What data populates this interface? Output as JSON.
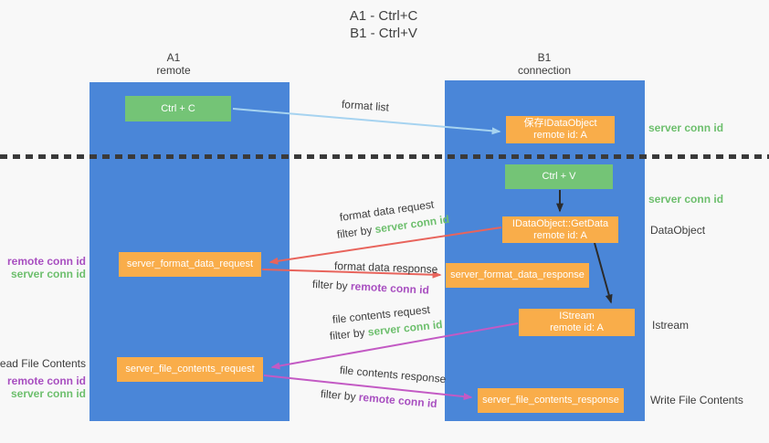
{
  "title": {
    "line1": "A1 - Ctrl+C",
    "line2": "B1 - Ctrl+V"
  },
  "lanes": {
    "left": {
      "name": "A1",
      "role": "remote"
    },
    "right": {
      "name": "B1",
      "role": "connection"
    }
  },
  "nodes": {
    "ctrl_c": {
      "label": "Ctrl + C"
    },
    "save_idataobject": {
      "line1": "保存IDataObject",
      "line2": "remote id: A"
    },
    "ctrl_v": {
      "label": "Ctrl + V"
    },
    "getdata": {
      "line1": "IDataObject::GetData",
      "line2": "remote id: A"
    },
    "server_format_data_request": {
      "label": "server_format_data_request"
    },
    "server_format_data_response": {
      "label": "server_format_data_response"
    },
    "istream": {
      "line1": "IStream",
      "line2": "remote id: A"
    },
    "server_file_contents_request": {
      "label": "server_file_contents_request"
    },
    "server_file_contents_response": {
      "label": "server_file_contents_response"
    }
  },
  "edge_labels": {
    "format_list": "format list",
    "format_data_request": "format data request",
    "format_data_response": "format data response",
    "file_contents_request": "file contents request",
    "file_contents_response": "file contents response",
    "filter_by": "filter by",
    "server_conn_id": "server conn id",
    "remote_conn_id": "remote conn id"
  },
  "side_labels": {
    "server_conn_id": "server conn id",
    "remote_conn_id": "remote conn id",
    "dataobject": "DataObject",
    "istream": "Istream",
    "read_file_contents": "Read File Contents",
    "write_file_contents": "Write File Contents"
  },
  "colors": {
    "lane_blue": "#4a86d8",
    "node_green": "#74c476",
    "node_orange": "#f9ad4a",
    "arrow_light_blue": "#a6d3f0",
    "arrow_red": "#e8645c",
    "arrow_magenta": "#c35ac4",
    "arrow_black": "#2b2b2b",
    "text_green": "#6dbf6d",
    "text_purple": "#a84fc0",
    "text_dark": "#3c3c3c"
  }
}
